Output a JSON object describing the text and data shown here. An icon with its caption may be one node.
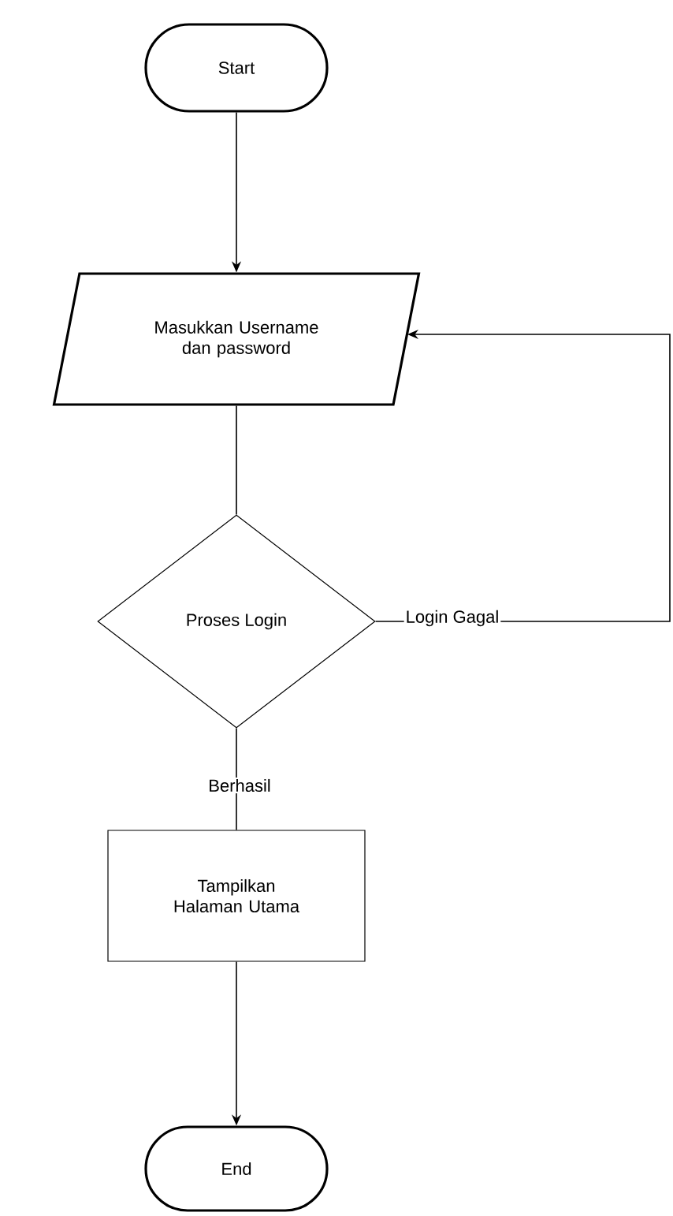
{
  "diagram": {
    "nodes": [
      {
        "text": [
          "Start"
        ]
      },
      {
        "text": [
          "Masukkan Username dan password"
        ]
      },
      {
        "text": [
          "Proses Login"
        ]
      },
      {
        "text": [
          "Tampilkan Halaman Utama"
        ]
      },
      {
        "text": [
          "End"
        ]
      }
    ],
    "edges": [
      {
        "from": 0,
        "to": 1,
        "arrow": "to"
      },
      {
        "from": 1,
        "to": 2,
        "arrow": "none"
      },
      {
        "from": 2,
        "to": 3,
        "arrow": "none",
        "label": "Berhasil"
      },
      {
        "from": 3,
        "to": 4,
        "arrow": "to"
      },
      {
        "from": 2,
        "to": 1,
        "arrow": "to",
        "label": "Login Gagal"
      }
    ]
  }
}
